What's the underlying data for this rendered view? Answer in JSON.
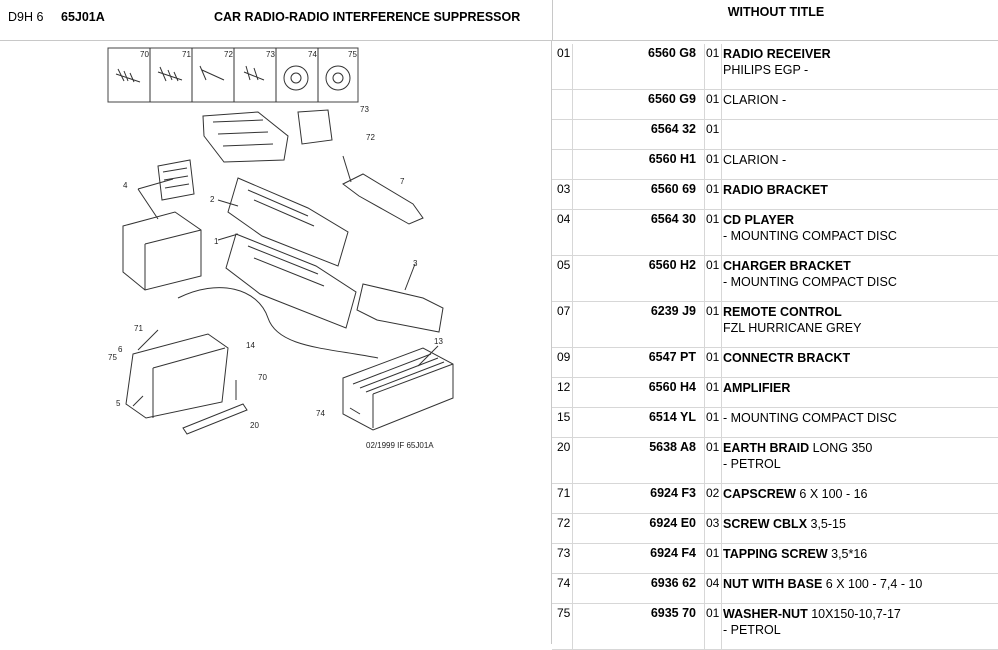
{
  "header": {
    "ref": "D9H 6",
    "code": "65J01A",
    "title": "CAR RADIO-RADIO INTERFERENCE SUPPRESSOR",
    "right_title": "WITHOUT TITLE"
  },
  "diagram": {
    "thumb_labels": [
      "70",
      "71",
      "72",
      "73",
      "74",
      "75"
    ],
    "callouts": [
      "73",
      "72",
      "7",
      "4",
      "2",
      "1",
      "3",
      "13",
      "71",
      "70",
      "20",
      "74",
      "14",
      "5",
      "75",
      "6"
    ],
    "caption": "02/1999  IF  65J01A"
  },
  "parts": [
    {
      "idx": "01",
      "pn": "6560 G8",
      "qty": "01",
      "bold": "RADIO RECEIVER",
      "rest": "",
      "line2": "PHILIPS EGP -",
      "h": 45
    },
    {
      "idx": "",
      "pn": "6560 G9",
      "qty": "01",
      "bold": "",
      "rest": "CLARION -",
      "line2": "",
      "h": 29
    },
    {
      "idx": "",
      "pn": "6564 32",
      "qty": "01",
      "bold": "",
      "rest": "",
      "line2": "",
      "h": 29
    },
    {
      "idx": "",
      "pn": "6560 H1",
      "qty": "01",
      "bold": "",
      "rest": "CLARION -",
      "line2": "",
      "h": 29
    },
    {
      "idx": "03",
      "pn": "6560 69",
      "qty": "01",
      "bold": "RADIO BRACKET",
      "rest": "",
      "line2": "",
      "h": 29
    },
    {
      "idx": "04",
      "pn": "6564 30",
      "qty": "01",
      "bold": "CD PLAYER",
      "rest": "",
      "line2": "- MOUNTING COMPACT DISC",
      "h": 45
    },
    {
      "idx": "05",
      "pn": "6560 H2",
      "qty": "01",
      "bold": "CHARGER BRACKET",
      "rest": "",
      "line2": "- MOUNTING COMPACT DISC",
      "h": 45
    },
    {
      "idx": "07",
      "pn": "6239 J9",
      "qty": "01",
      "bold": "REMOTE CONTROL",
      "rest": "",
      "line2": "FZL HURRICANE GREY",
      "h": 45
    },
    {
      "idx": "09",
      "pn": "6547 PT",
      "qty": "01",
      "bold": "CONNECTR BRACKT",
      "rest": "",
      "line2": "",
      "h": 29
    },
    {
      "idx": "12",
      "pn": "6560 H4",
      "qty": "01",
      "bold": "AMPLIFIER",
      "rest": "",
      "line2": "",
      "h": 29
    },
    {
      "idx": "15",
      "pn": "6514 YL",
      "qty": "01",
      "bold": "",
      "rest": "- MOUNTING COMPACT DISC",
      "line2": "",
      "h": 29
    },
    {
      "idx": "20",
      "pn": "5638 A8",
      "qty": "01",
      "bold": "EARTH BRAID",
      "rest": " LONG 350",
      "line2": "- PETROL",
      "h": 45
    },
    {
      "idx": "71",
      "pn": "6924 F3",
      "qty": "02",
      "bold": "CAPSCREW",
      "rest": " 6 X 100 - 16",
      "line2": "",
      "h": 29
    },
    {
      "idx": "72",
      "pn": "6924 E0",
      "qty": "03",
      "bold": "SCREW CBLX",
      "rest": " 3,5-15",
      "line2": "",
      "h": 29
    },
    {
      "idx": "73",
      "pn": "6924 F4",
      "qty": "01",
      "bold": "TAPPING SCREW",
      "rest": " 3,5*16",
      "line2": "",
      "h": 29
    },
    {
      "idx": "74",
      "pn": "6936 62",
      "qty": "04",
      "bold": "NUT WITH BASE",
      "rest": " 6 X 100 - 7,4 - 10",
      "line2": "",
      "h": 29
    },
    {
      "idx": "75",
      "pn": "6935 70",
      "qty": "01",
      "bold": "WASHER-NUT",
      "rest": " 10X150-10,7-17",
      "line2": "- PETROL",
      "h": 45
    }
  ]
}
